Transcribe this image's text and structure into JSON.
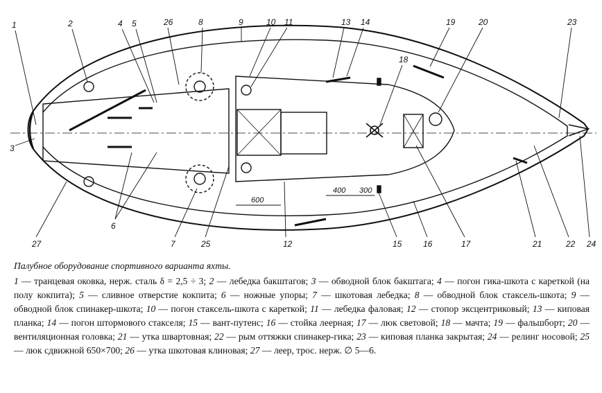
{
  "caption": {
    "title": "Палубное оборудование спортивного варианта яхты.",
    "items": [
      {
        "num": "1",
        "text": "транцевая оковка, нерж. сталь δ = 2,5 ÷ 3;"
      },
      {
        "num": "2",
        "text": "лебедка бакштагов;"
      },
      {
        "num": "3",
        "text": "обводной блок бакштага;"
      },
      {
        "num": "4",
        "text": "погон гика-шкота с кареткой (на полу кокпита);"
      },
      {
        "num": "5",
        "text": "сливное отверстие кокпита;"
      },
      {
        "num": "6",
        "text": "ножные упоры;"
      },
      {
        "num": "7",
        "text": "шкотовая лебедка;"
      },
      {
        "num": "8",
        "text": "обводной блок стаксель-шкота;"
      },
      {
        "num": "9",
        "text": "обводной блок спинакер-шкота;"
      },
      {
        "num": "10",
        "text": "погон стаксель-шкота с кареткой;"
      },
      {
        "num": "11",
        "text": "лебедка фаловая;"
      },
      {
        "num": "12",
        "text": "стопор эксцентриковый;"
      },
      {
        "num": "13",
        "text": "киповая планка;"
      },
      {
        "num": "14",
        "text": "погон штормового стакселя;"
      },
      {
        "num": "15",
        "text": "вант-путенс;"
      },
      {
        "num": "16",
        "text": "стойка леерная;"
      },
      {
        "num": "17",
        "text": "люк световой;"
      },
      {
        "num": "18",
        "text": "мачта;"
      },
      {
        "num": "19",
        "text": "фальшборт;"
      },
      {
        "num": "20",
        "text": "вентиляционная головка;"
      },
      {
        "num": "21",
        "text": "утка шварт­овная;"
      },
      {
        "num": "22",
        "text": "рым оттяжки спинакер-гика;"
      },
      {
        "num": "23",
        "text": "киповая планка закрытая;"
      },
      {
        "num": "24",
        "text": "релинг носовой;"
      },
      {
        "num": "25",
        "text": "люк сдвижной 650×700;"
      },
      {
        "num": "26",
        "text": "утка шкотовая клиновая;"
      },
      {
        "num": "27",
        "text": "леер, трос. нерж. ∅ 5—6."
      }
    ]
  },
  "diagram": {
    "dimensions": [
      "600",
      "400",
      "300"
    ],
    "callouts": [
      "1",
      "2",
      "3",
      "4",
      "5",
      "26",
      "8",
      "9",
      "10",
      "11",
      "13",
      "14",
      "18",
      "19",
      "20",
      "23",
      "6",
      "7",
      "25",
      "12",
      "15",
      "16",
      "17",
      "21",
      "22",
      "24",
      "27"
    ]
  }
}
